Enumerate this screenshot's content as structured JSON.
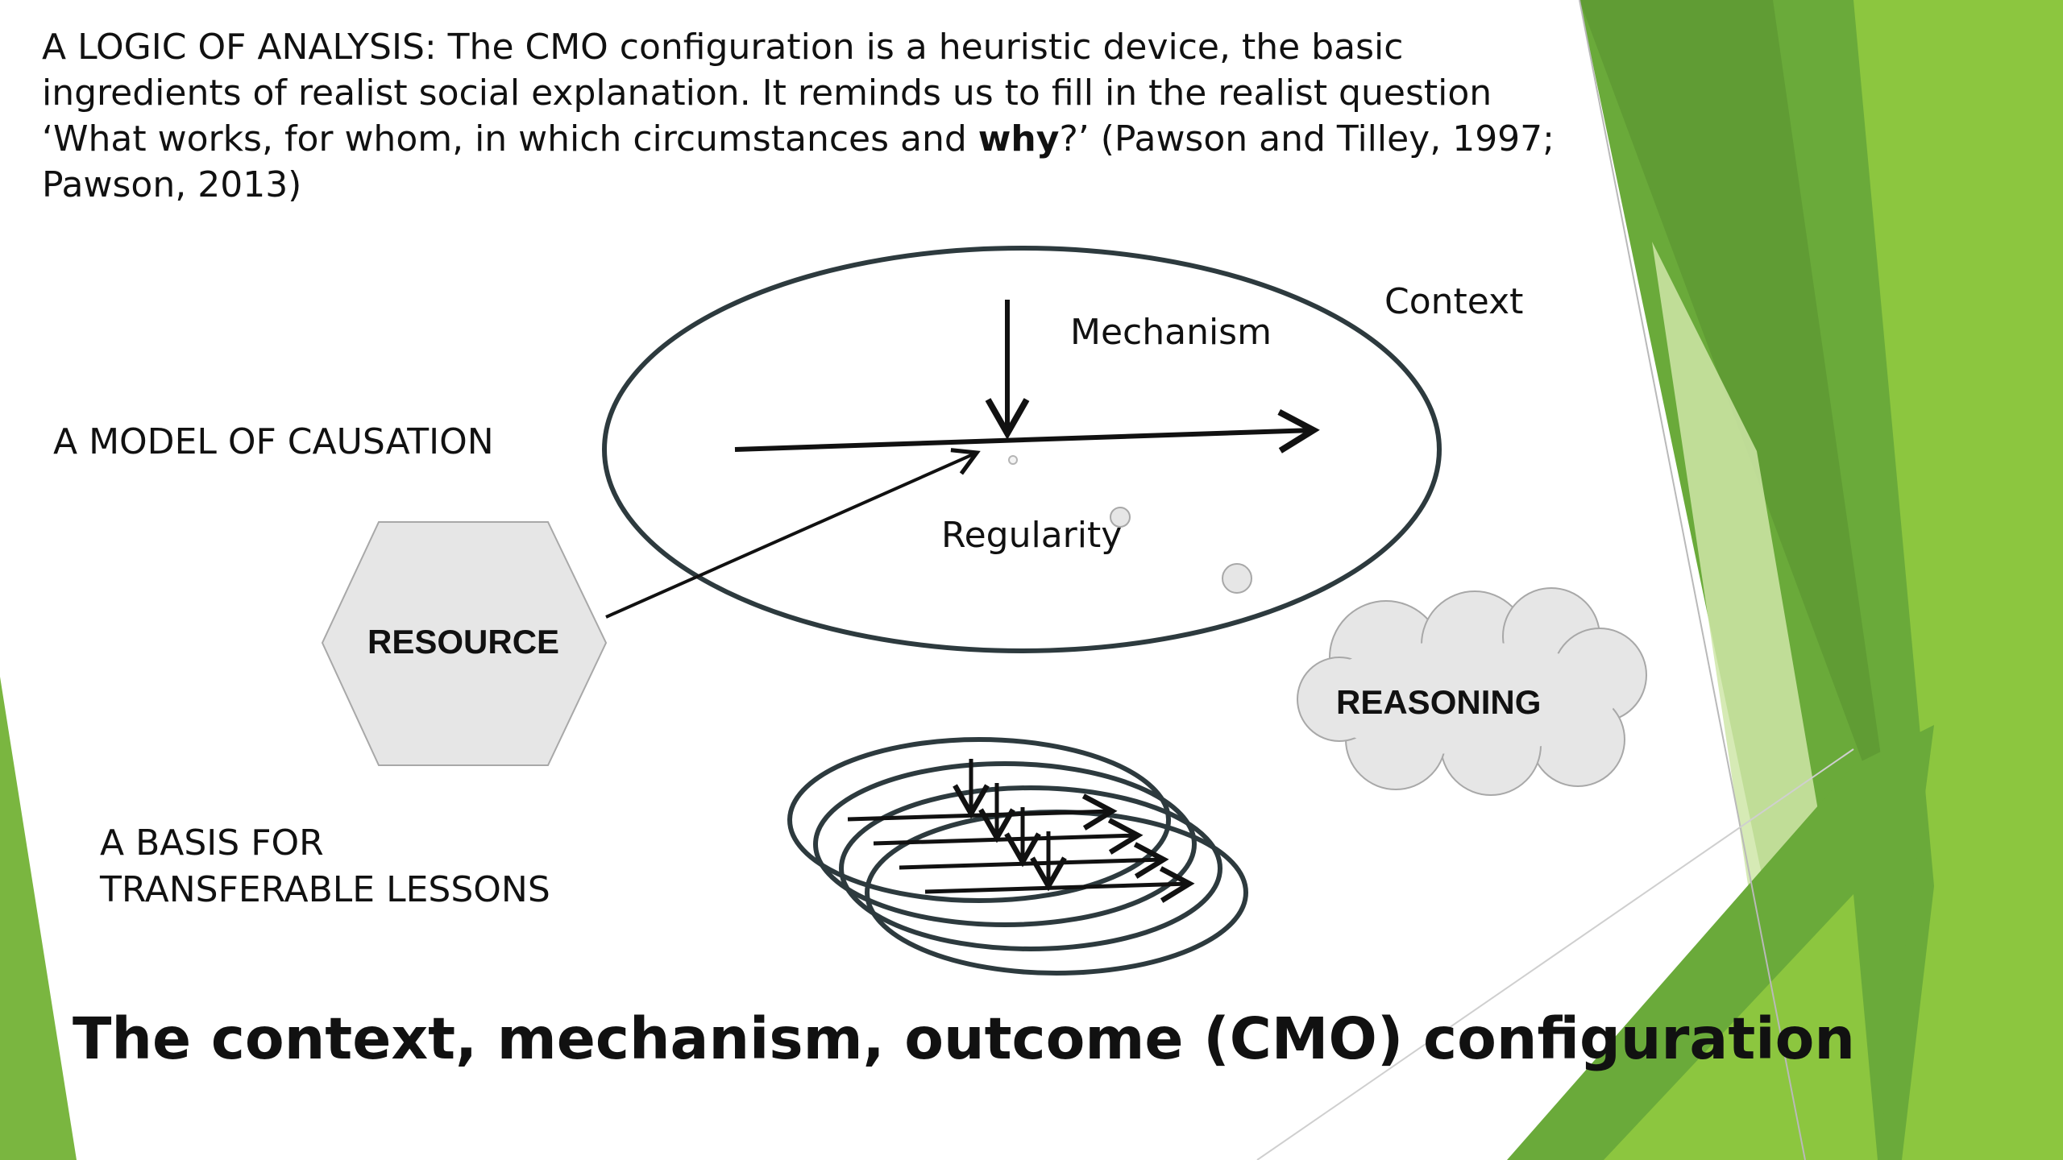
{
  "intro": {
    "part1": "A LOGIC OF ANALYSIS: The CMO configuration is a heuristic device, the basic ingredients of realist social explanation. It reminds us to fill in the realist question ‘What works, for whom, in which circumstances and ",
    "emphasis": "why",
    "part2": "?’ (Pawson and Tilley, 1997; Pawson, 2013)"
  },
  "diagram": {
    "context_label": "Context",
    "mechanism_label": "Mechanism",
    "regularity_label": "Regularity",
    "resource_label": "RESOURCE",
    "reasoning_label": "REASONING"
  },
  "sections": {
    "causation": "A MODEL OF CAUSATION",
    "transferable_line1": "A BASIS FOR",
    "transferable_line2": "TRANSFERABLE LESSONS"
  },
  "slide_title": "The context, mechanism, outcome (CMO) configuration",
  "colors": {
    "background": "#ffffff",
    "ink": "#111111",
    "ellipse_stroke": "#2d3a3e",
    "shape_fill": "#e6e6e6",
    "shape_stroke": "#a8a8a8",
    "green_dark": "#4c8a2a",
    "green_mid": "#6aaa3a",
    "green_light": "#8cc63f",
    "green_pale": "#cfe6a8"
  }
}
